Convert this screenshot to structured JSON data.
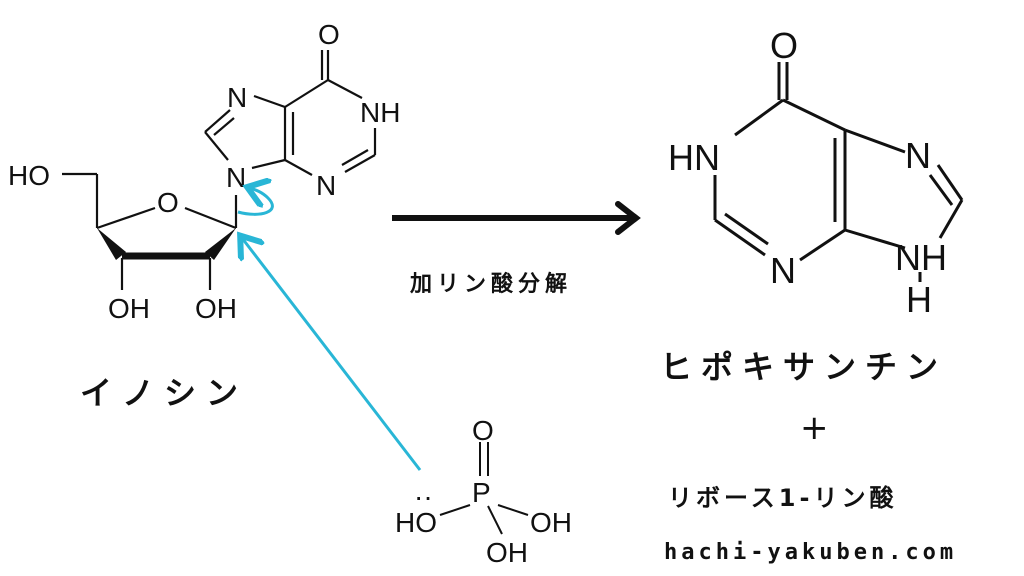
{
  "inosine": {
    "name": "イノシン",
    "atoms": {
      "O": "O",
      "N": "N",
      "NH": "NH",
      "HO": "HO",
      "OH": "OH"
    }
  },
  "reaction": {
    "label": "加リン酸分解"
  },
  "phosphate": {
    "O": "O",
    "P": "P",
    "HO": "HO",
    "OH": "OH",
    "lone_pair": "··"
  },
  "product": {
    "name": "ヒポキサンチン",
    "plus": "+",
    "second": "リボース1-リン酸",
    "atoms": {
      "O": "O",
      "HN": "HN",
      "N": "N",
      "NH": "NH",
      "H": "H"
    }
  },
  "watermark": "hachi-yakuben.com",
  "colors": {
    "arrow": "#29b6d6",
    "ink": "#111111"
  }
}
